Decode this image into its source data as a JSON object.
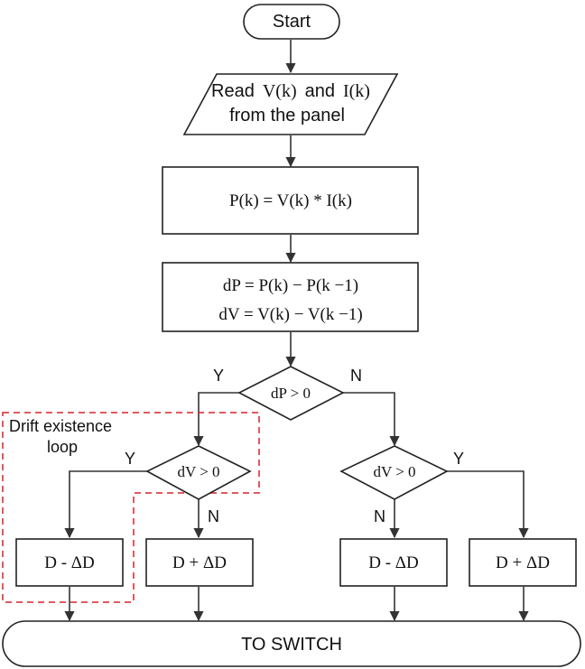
{
  "flowchart": {
    "start": "Start",
    "read": {
      "word": "Read",
      "v": "V(k)",
      "and": "and",
      "i": "I(k)",
      "line2": "from the panel"
    },
    "power_formula": "P(k) = V(k) * I(k)",
    "delta_formula": {
      "dp": "dP = P(k) − P(k −1)",
      "dv": "dV = V(k) − V(k −1)"
    },
    "decision_dp": "dP > 0",
    "decision_dv_left": "dV > 0",
    "decision_dv_right": "dV > 0",
    "yes_label": "Y",
    "no_label": "N",
    "drift_loop_label": [
      "Drift existence",
      "loop"
    ],
    "process_1": "D - ΔD",
    "process_2": "D + ΔD",
    "process_3": "D - ΔD",
    "process_4": "D + ΔD",
    "terminal": "TO SWITCH"
  },
  "colors": {
    "stroke": "#222222",
    "drift_loop": "#d9222a"
  }
}
